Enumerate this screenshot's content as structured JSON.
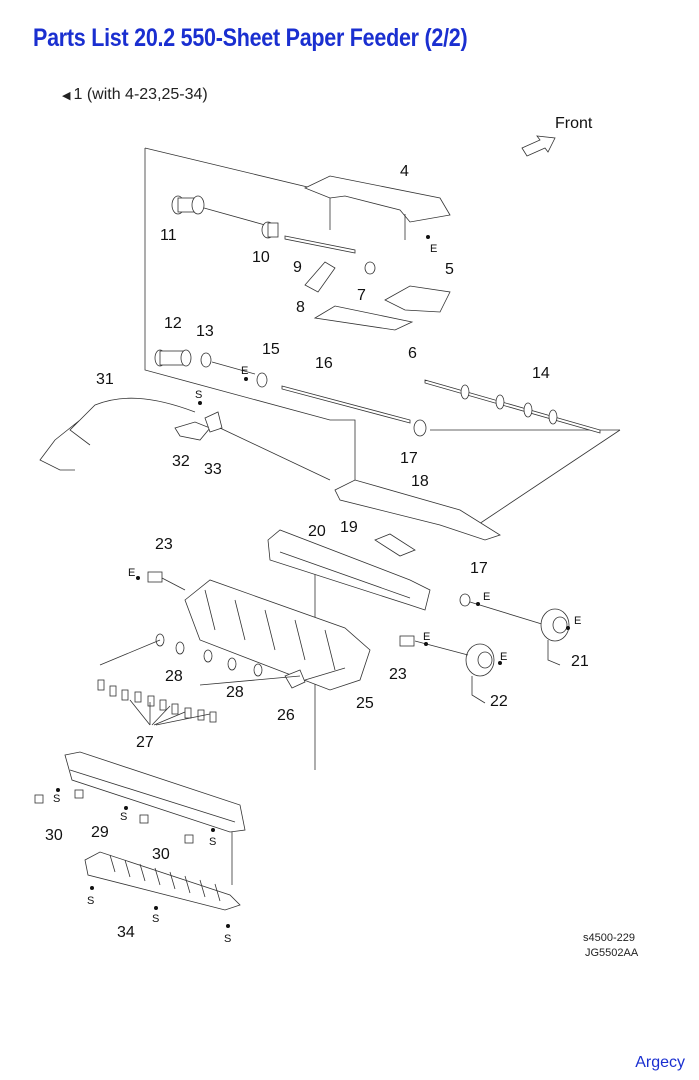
{
  "page": {
    "title": "Parts List 20.2 550-Sheet Paper Feeder (2/2)",
    "subtitle": "1 (with 4-23,25-34)"
  },
  "diagram": {
    "front_label": "Front",
    "callouts": [
      "4",
      "E",
      "11",
      "10",
      "9",
      "5",
      "7",
      "8",
      "6",
      "12",
      "13",
      "15",
      "E",
      "16",
      "14",
      "31",
      "S",
      "17",
      "32",
      "33",
      "18",
      "20",
      "19",
      "23",
      "E",
      "17",
      "E",
      "E",
      "21",
      "E",
      "28",
      "28",
      "23",
      "E",
      "22",
      "27",
      "26",
      "25",
      "S",
      "30",
      "29",
      "S",
      "S",
      "30",
      "S",
      "S",
      "34",
      "S"
    ],
    "drawing_codes": [
      "s4500-229",
      "JG5502AA"
    ]
  },
  "footer": {
    "brand": "Argecy"
  },
  "colors": {
    "title": "#1a2fd0",
    "brand": "#1a2fd0",
    "line": "#333333"
  }
}
